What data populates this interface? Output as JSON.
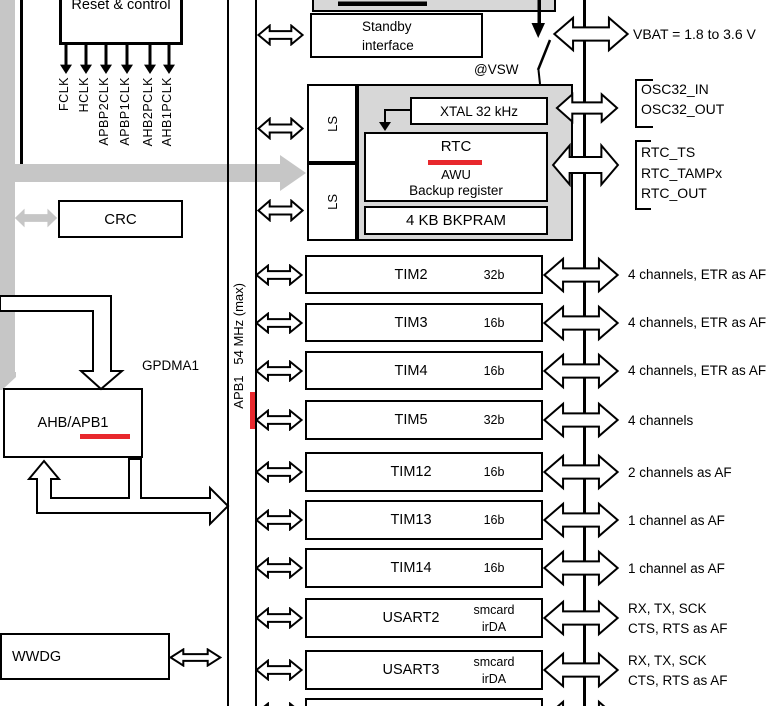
{
  "left_column": {
    "reset_control": "Reset & control",
    "clock_labels": [
      "FCLK",
      "HCLK",
      "APBP2CLK",
      "APBP1CLK",
      "AHB2PCLK",
      "AHB1PCLK"
    ],
    "crc": "CRC",
    "gpdma1": "GPDMA1",
    "ahb_apb1": "AHB/APB1",
    "wwdg": "WWDG"
  },
  "bus": {
    "label": "APB1   54 MHz (max)"
  },
  "backup_domain": {
    "standby_line1": "Standby",
    "standby_line2": "interface",
    "vsw": "@VSW",
    "ls_upper": "LS",
    "ls_lower": "LS",
    "xtal": "XTAL 32 kHz",
    "rtc": "RTC",
    "awu": "AWU",
    "backup_register": "Backup register",
    "bkpram": "4 KB BKPRAM"
  },
  "right_pins": {
    "vbat": "VBAT = 1.8 to 3.6 V",
    "osc32_in": "OSC32_IN",
    "osc32_out": "OSC32_OUT",
    "rtc_ts": "RTC_TS",
    "rtc_tampx": "RTC_TAMPx",
    "rtc_out": "RTC_OUT"
  },
  "periph_rows": [
    {
      "name": "TIM2",
      "tag1": "32b",
      "tag2": "",
      "ann1": "4 channels, ETR as AF",
      "ann2": ""
    },
    {
      "name": "TIM3",
      "tag1": "16b",
      "tag2": "",
      "ann1": "4 channels, ETR as AF",
      "ann2": ""
    },
    {
      "name": "TIM4",
      "tag1": "16b",
      "tag2": "",
      "ann1": "4 channels, ETR as AF",
      "ann2": ""
    },
    {
      "name": "TIM5",
      "tag1": "32b",
      "tag2": "",
      "ann1": "4 channels",
      "ann2": ""
    },
    {
      "name": "TIM12",
      "tag1": "16b",
      "tag2": "",
      "ann1": "2 channels as AF",
      "ann2": ""
    },
    {
      "name": "TIM13",
      "tag1": "16b",
      "tag2": "",
      "ann1": "1 channel as AF",
      "ann2": ""
    },
    {
      "name": "TIM14",
      "tag1": "16b",
      "tag2": "",
      "ann1": "1 channel as AF",
      "ann2": ""
    },
    {
      "name": "USART2",
      "tag1": "smcard",
      "tag2": "irDA",
      "ann1": "RX, TX, SCK",
      "ann2": "CTS, RTS as AF"
    },
    {
      "name": "USART3",
      "tag1": "smcard",
      "tag2": "irDA",
      "ann1": "RX, TX, SCK",
      "ann2": "CTS, RTS as AF"
    }
  ],
  "colors": {
    "block_gray": "#d7d7d7",
    "bus_gray": "#c6c6c6",
    "annotation_red": "#e8282d"
  }
}
